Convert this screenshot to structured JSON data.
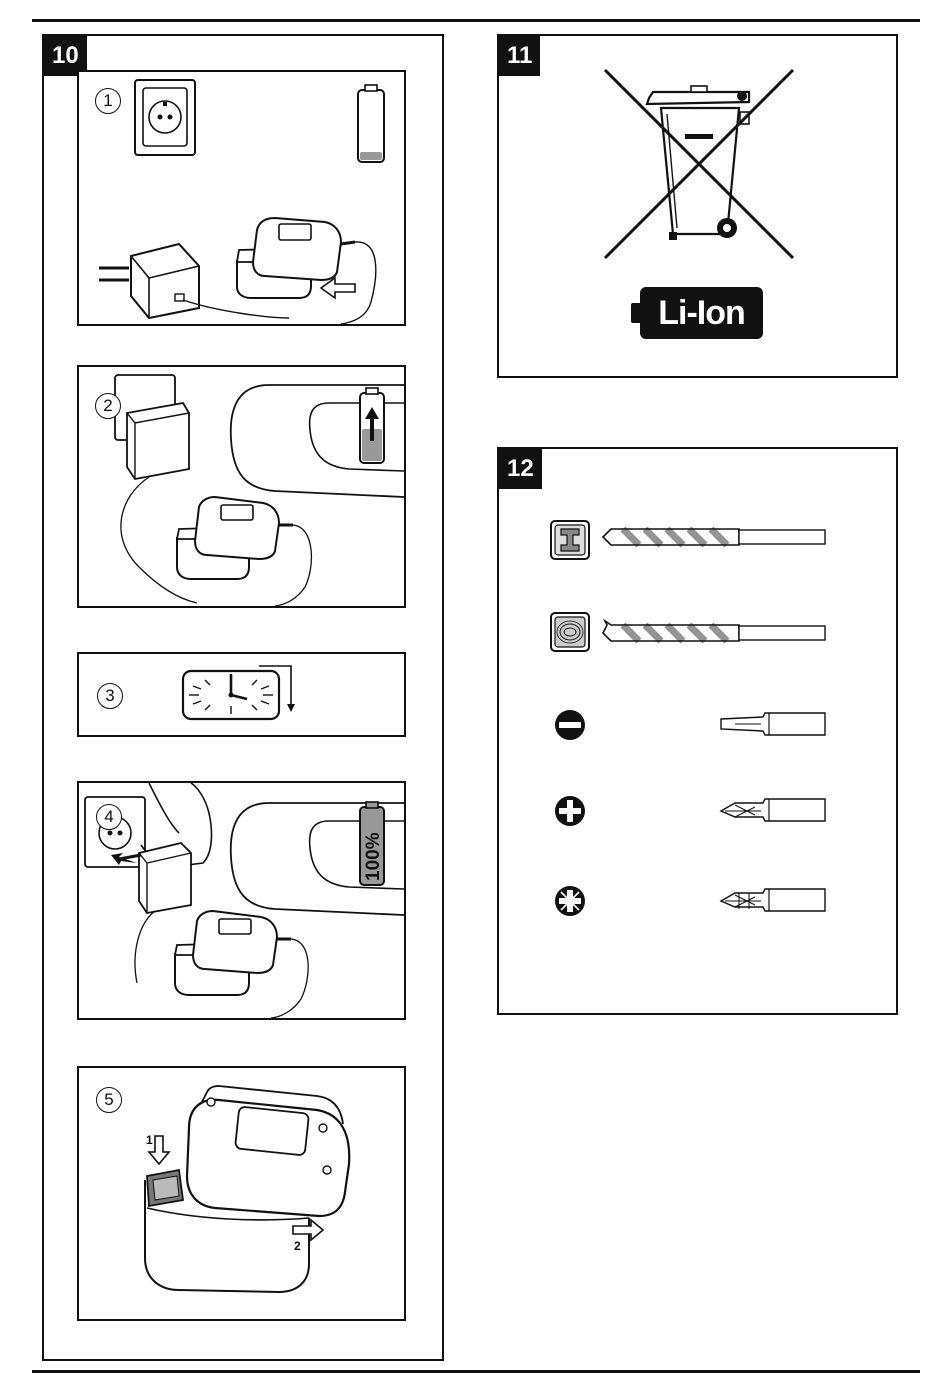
{
  "figures": [
    {
      "id": "fig10",
      "label": "10",
      "steps": [
        {
          "num": "1",
          "icons": [
            "wall-socket",
            "battery-empty",
            "charger-adapter",
            "charging-dock"
          ]
        },
        {
          "num": "2",
          "icons": [
            "adapter-plugged",
            "battery-charging"
          ]
        },
        {
          "num": "3",
          "icons": [
            "clock"
          ]
        },
        {
          "num": "4",
          "icons": [
            "hand-unplug",
            "battery-full"
          ],
          "battery_text": "100%"
        },
        {
          "num": "5",
          "icons": [
            "battery-release"
          ],
          "arrow1_label": "1",
          "arrow2_label": "2"
        }
      ]
    },
    {
      "id": "fig11",
      "label": "11",
      "icons": [
        "crossed-out-wheelie-bin"
      ],
      "badge_text": "Li-Ion"
    },
    {
      "id": "fig12",
      "label": "12",
      "items": [
        {
          "name": "metal",
          "icon": "metal-icon",
          "tool": "drill-bit"
        },
        {
          "name": "wood",
          "icon": "wood-icon",
          "tool": "drill-bit"
        },
        {
          "name": "slotted",
          "icon": "slotted-icon",
          "tool": "screwdriver-bit"
        },
        {
          "name": "phillips",
          "icon": "phillips-icon",
          "tool": "screwdriver-bit"
        },
        {
          "name": "pozidriv",
          "icon": "pozidriv-icon",
          "tool": "screwdriver-bit"
        }
      ]
    }
  ]
}
